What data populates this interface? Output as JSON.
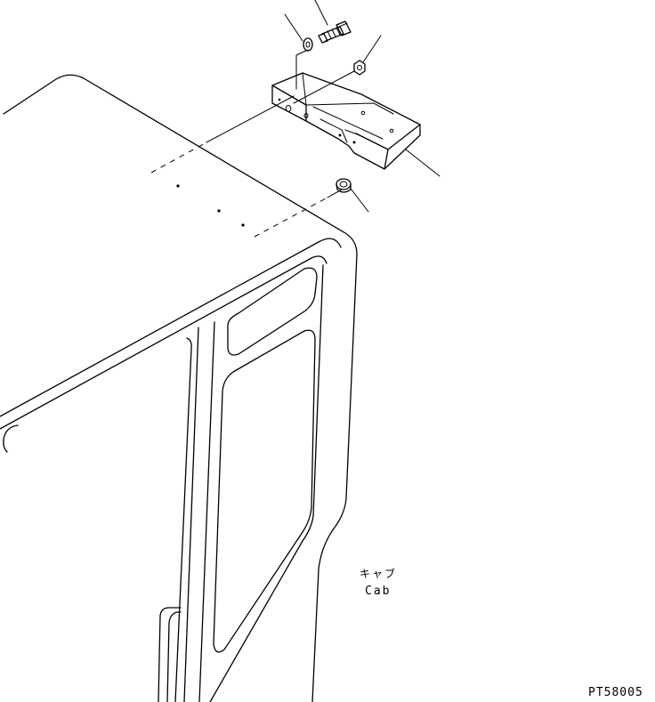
{
  "labels": {
    "cab_jp": "キャブ",
    "cab_en": "Cab"
  },
  "drawing_code": "PT58005",
  "colors": {
    "line": "#000000",
    "background": "#ffffff"
  }
}
